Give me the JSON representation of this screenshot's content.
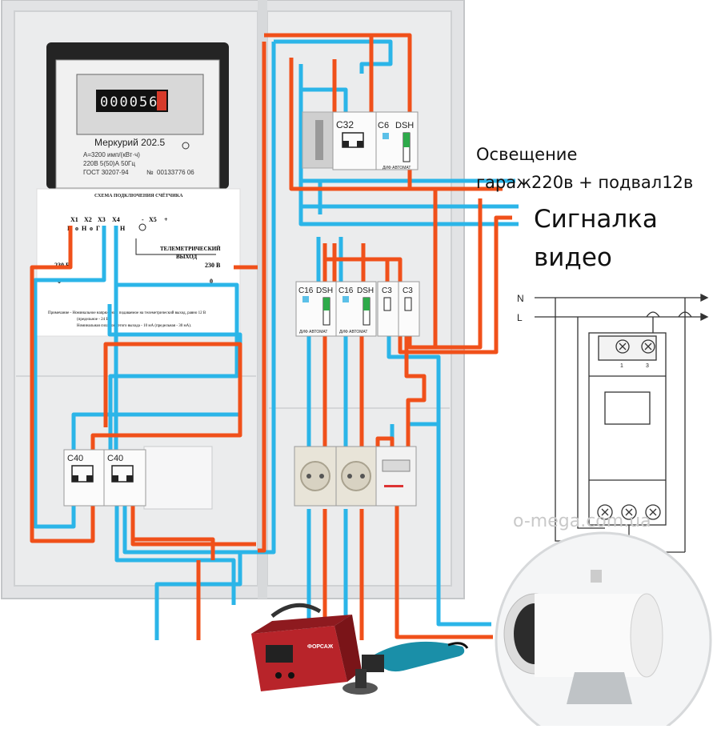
{
  "meter": {
    "brand": "Меркурий 202.5",
    "counter_digits": "000056",
    "rate": "A=3200 имп/(кВт·ч)",
    "spec": "220В 5(50)А 50Гц",
    "gost": "ГОСТ 30207-94",
    "serial_label": "№",
    "serial": "00133776 06"
  },
  "meter_label_sheet": {
    "title": "СХЕМА ПОДКЛЮЧЕНИЯ СЧЁТЧИКА",
    "x1": "X1",
    "x2": "X2",
    "x3": "X3",
    "x4": "X4",
    "x5": "X5",
    "g1": "Г",
    "o1": "о",
    "n1": "Н",
    "o2": "о",
    "g2": "Г",
    "h2": "Н",
    "minus": "-",
    "plus": "+",
    "telemetry1": "ТЕЛЕМЕТРИЧЕСКИЙ",
    "telemetry2": "ВЫХОД",
    "v230_left": "230 В",
    "v230_right": "230 В",
    "zero_left": "0",
    "zero_right": "0",
    "note1": "Примечание - Номинальное напряжение, подаваемое на телеметрический выход, равно 12 В",
    "note2": "(предельное - 24 В).",
    "note3": "Номинальная сила тока этого выхода - 10 мА (предельная - 30 мА)."
  },
  "breakers": {
    "c32": "C32",
    "c6": "C6",
    "dsh": "DSH",
    "dif": "ДИФ АВТОМАТ",
    "c16a": "C16",
    "c16b": "C16",
    "c3a": "C3",
    "c3b": "C3",
    "c40a": "C40",
    "c40b": "C40"
  },
  "labels": {
    "lighting_line1": "Освещение",
    "lighting_line2": "гараж220в + подвал12в",
    "alarm": "Сигналка",
    "video": "видео"
  },
  "relay_schematic": {
    "n": "N",
    "l": "L",
    "t1": "1",
    "t2": "3"
  },
  "welder_brand": "ФОРСАЖ",
  "watermark": "o-mega.com.ua",
  "colors": {
    "phase": "#f0501a",
    "neutral": "#2bb5e8",
    "panel": "#e7e8ea",
    "panel_edge": "#c8cacc"
  }
}
